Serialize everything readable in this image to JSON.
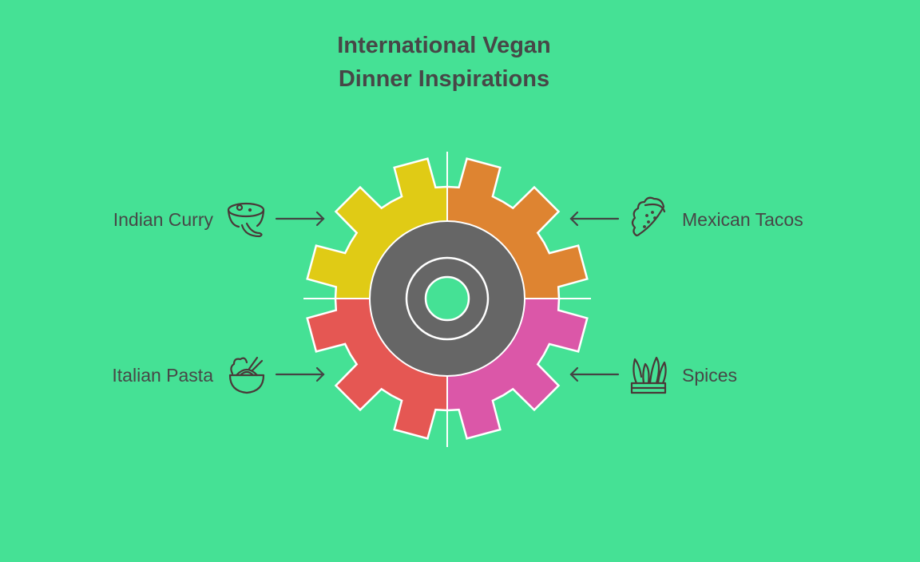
{
  "title": {
    "line1": "International Vegan",
    "line2": "Dinner Inspirations"
  },
  "items": [
    {
      "label": "Indian Curry",
      "icon": "curry-bowl-icon",
      "color": "#E0CB15"
    },
    {
      "label": "Mexican Tacos",
      "icon": "taco-icon",
      "color": "#DE8431"
    },
    {
      "label": "Italian Pasta",
      "icon": "noodle-bowl-icon",
      "color": "#E55753"
    },
    {
      "label": "Spices",
      "icon": "herb-pot-icon",
      "color": "#DB57A8"
    }
  ],
  "colors": {
    "background": "#45E195",
    "hub": "#666666",
    "text": "#474747"
  }
}
